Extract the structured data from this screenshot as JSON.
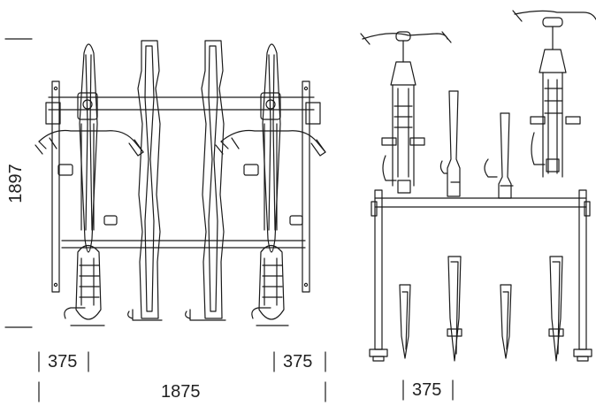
{
  "dimensions": {
    "height_label": "1897",
    "spacing_left": "375",
    "spacing_right": "375",
    "total_width": "1875",
    "side_spacing": "375"
  },
  "colors": {
    "line": "#1a1a1a",
    "background": "#ffffff"
  }
}
